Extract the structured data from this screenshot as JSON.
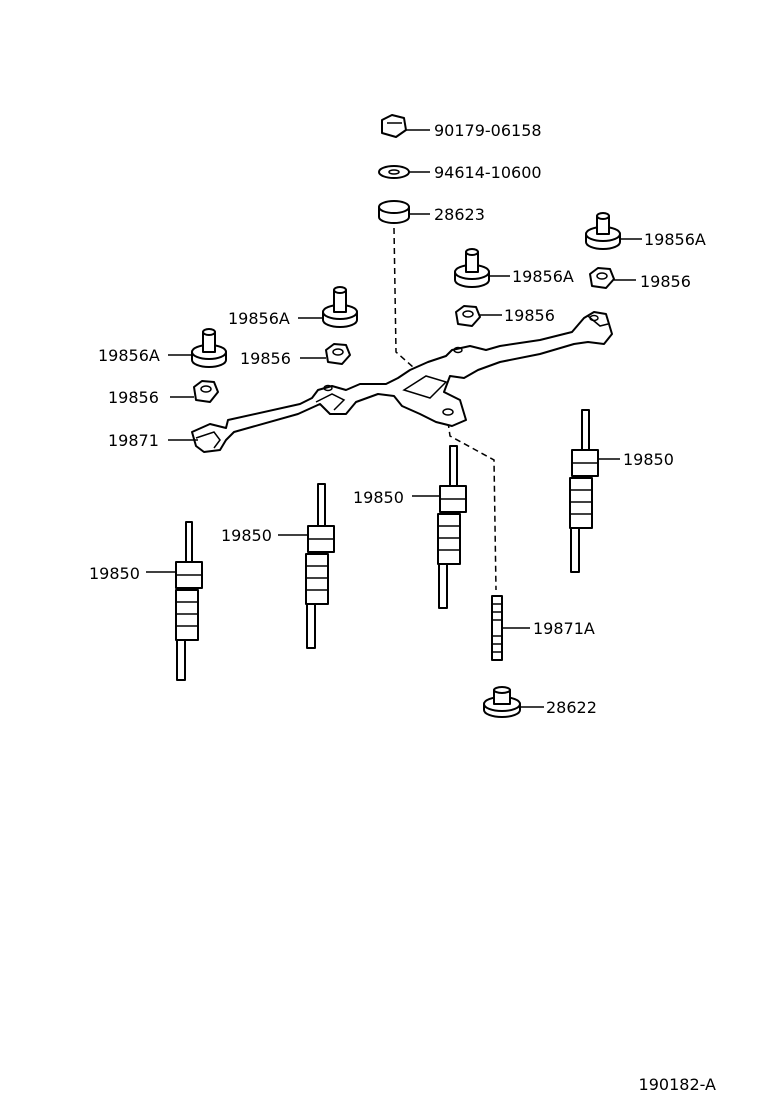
{
  "labels": {
    "nut_top": "90179-06158",
    "washer": "94614-10600",
    "insulator_top": "28623",
    "bar_stud_a_1": "19856A",
    "bar_nut_1": "19856",
    "bar_stud_a_2": "19856A",
    "bar_nut_2": "19856",
    "bar_stud_a_3": "19856A",
    "bar_nut_3": "19856",
    "bar_stud_a_4": "19856A",
    "bar_nut_4": "19856",
    "bus_bar": "19871",
    "plug_1": "19850",
    "plug_2": "19850",
    "plug_3": "19850",
    "plug_4": "19850",
    "stud": "19871A",
    "insulator_bottom": "28622"
  },
  "figure_code": "190182-A"
}
